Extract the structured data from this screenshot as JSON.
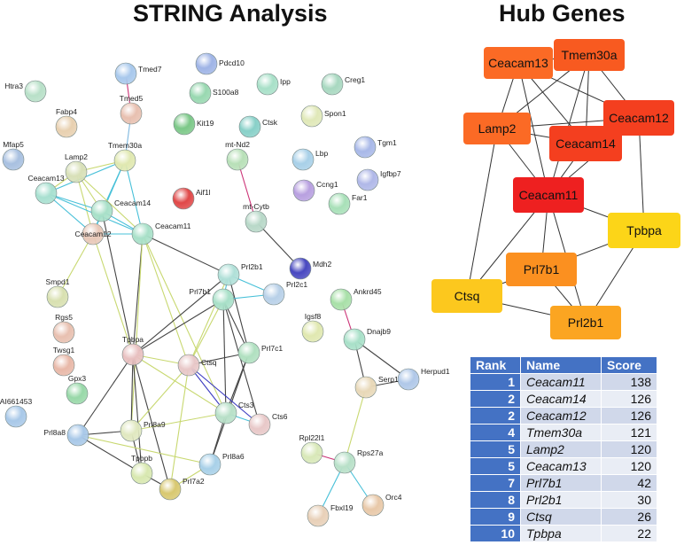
{
  "string_panel": {
    "title": "STRING Analysis",
    "nodes": [
      {
        "id": "Pdcd10",
        "color": "#9fb4e6"
      },
      {
        "id": "Tmed7",
        "color": "#a8c8ec"
      },
      {
        "id": "Ipp",
        "color": "#a8e0c8"
      },
      {
        "id": "Creg1",
        "color": "#a8d8c0"
      },
      {
        "id": "Htra3",
        "color": "#b8e0c8"
      },
      {
        "id": "S100a8",
        "color": "#98d8b0"
      },
      {
        "id": "Tmed5",
        "color": "#e8c0b0"
      },
      {
        "id": "Spon1",
        "color": "#e0e8b8"
      },
      {
        "id": "Fabp4",
        "color": "#e8d0b0"
      },
      {
        "id": "Kit19",
        "color": "#7cc888"
      },
      {
        "id": "Ctsk",
        "color": "#88d0c8"
      },
      {
        "id": "Tgm1",
        "color": "#a8b8e8"
      },
      {
        "id": "Mfap5",
        "color": "#a8c0e0"
      },
      {
        "id": "Lamp2",
        "color": "#d8e0b8"
      },
      {
        "id": "Tmem30a",
        "color": "#e0e8b0"
      },
      {
        "id": "mt-Nd2",
        "color": "#b8e0b8"
      },
      {
        "id": "Lbp",
        "color": "#a8d0e8"
      },
      {
        "id": "Igfbp7",
        "color": "#b0b8e8"
      },
      {
        "id": "Ccng1",
        "color": "#b8a0e0"
      },
      {
        "id": "Ceacam13",
        "color": "#a8e0d0"
      },
      {
        "id": "Aif1l",
        "color": "#e04848"
      },
      {
        "id": "Far1",
        "color": "#a8e0b8"
      },
      {
        "id": "Ceacam14",
        "color": "#a8e0c8"
      },
      {
        "id": "mt-Cytb",
        "color": "#b8d8c8"
      },
      {
        "id": "Ceacam12",
        "color": "#e8c8b8"
      },
      {
        "id": "Ceacam11",
        "color": "#a8e0c8"
      },
      {
        "id": "Prl2b1",
        "color": "#b0e0d8"
      },
      {
        "id": "Mdh2",
        "color": "#4848c0"
      },
      {
        "id": "Prl2c1",
        "color": "#b8d0e8"
      },
      {
        "id": "Smpd1",
        "color": "#d8e0b0"
      },
      {
        "id": "Prl7b1",
        "color": "#a8e0c8"
      },
      {
        "id": "Ankrd45",
        "color": "#a8e0a8"
      },
      {
        "id": "Rgs5",
        "color": "#e8c0b0"
      },
      {
        "id": "Igsf8",
        "color": "#e0e8b0"
      },
      {
        "id": "Dnajb9",
        "color": "#a8e0c8"
      },
      {
        "id": "Prl7c1",
        "color": "#b0e0c0"
      },
      {
        "id": "Tpbpa",
        "color": "#e8c0c0"
      },
      {
        "id": "Ctsq",
        "color": "#e8c8c8"
      },
      {
        "id": "Twsg1",
        "color": "#e8b8a8"
      },
      {
        "id": "Herpud1",
        "color": "#b0c8e8"
      },
      {
        "id": "Serp1",
        "color": "#e8d8b8"
      },
      {
        "id": "Gpx3",
        "color": "#98d8a8"
      },
      {
        "id": "AI661453",
        "color": "#a8c8e8"
      },
      {
        "id": "Cts3",
        "color": "#b8e0c8"
      },
      {
        "id": "Cts6",
        "color": "#e8c8c8"
      },
      {
        "id": "Prl8a9",
        "color": "#e0e8c0"
      },
      {
        "id": "Prl8a8",
        "color": "#a8c8e8"
      },
      {
        "id": "Rpl22l1",
        "color": "#d8e8b8"
      },
      {
        "id": "Rps27a",
        "color": "#b8e0c8"
      },
      {
        "id": "Prl8a6",
        "color": "#a8d0e8"
      },
      {
        "id": "Tpbpb",
        "color": "#d8e8b0"
      },
      {
        "id": "Orc4",
        "color": "#e8c8a8"
      },
      {
        "id": "Prl7a2",
        "color": "#d8c870"
      },
      {
        "id": "Fbxl19",
        "color": "#e8d0b8"
      }
    ]
  },
  "hub_panel": {
    "title": "Hub Genes",
    "nodes": [
      {
        "id": "Ceacam13",
        "label": "Ceacam13",
        "color": "#fb6a25"
      },
      {
        "id": "Tmem30a",
        "label": "Tmem30a",
        "color": "#f85a20"
      },
      {
        "id": "Lamp2",
        "label": "Lamp2",
        "color": "#fb6a25"
      },
      {
        "id": "Ceacam12",
        "label": "Ceacam12",
        "color": "#f43f1f"
      },
      {
        "id": "Ceacam14",
        "label": "Ceacam14",
        "color": "#f43f1f"
      },
      {
        "id": "Ceacam11",
        "label": "Ceacam11",
        "color": "#ee2020"
      },
      {
        "id": "Tpbpa",
        "label": "Tpbpa",
        "color": "#fcd518"
      },
      {
        "id": "Prl7b1",
        "label": "Prl7b1",
        "color": "#fb9020"
      },
      {
        "id": "Ctsq",
        "label": "Ctsq",
        "color": "#fcc81e"
      },
      {
        "id": "Prl2b1",
        "label": "Prl2b1",
        "color": "#fba521"
      }
    ]
  },
  "table": {
    "headers": {
      "rank": "Rank",
      "name": "Name",
      "score": "Score"
    },
    "rows": [
      {
        "rank": "1",
        "name": "Ceacam11",
        "score": "138"
      },
      {
        "rank": "2",
        "name": "Ceacam14",
        "score": "126"
      },
      {
        "rank": "2",
        "name": "Ceacam12",
        "score": "126"
      },
      {
        "rank": "4",
        "name": "Tmem30a",
        "score": "121"
      },
      {
        "rank": "5",
        "name": "Lamp2",
        "score": "120"
      },
      {
        "rank": "5",
        "name": "Ceacam13",
        "score": "120"
      },
      {
        "rank": "7",
        "name": "Prl7b1",
        "score": "42"
      },
      {
        "rank": "8",
        "name": "Prl2b1",
        "score": "30"
      },
      {
        "rank": "9",
        "name": "Ctsq",
        "score": "26"
      },
      {
        "rank": "10",
        "name": "Tpbpa",
        "score": "22"
      }
    ]
  }
}
